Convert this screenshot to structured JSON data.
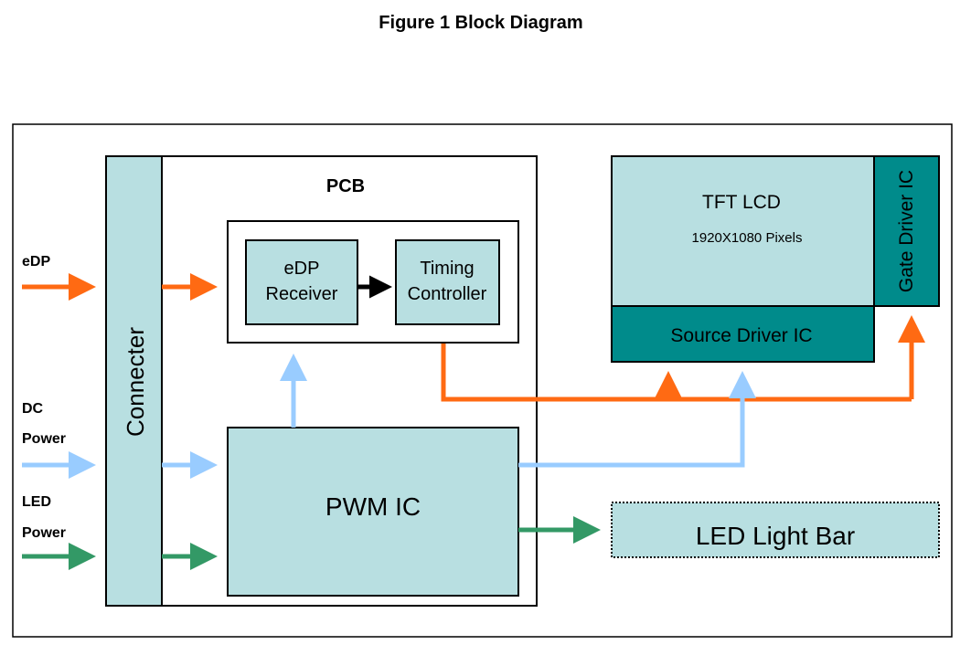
{
  "title": "Figure 1 Block Diagram",
  "labels": {
    "edp_in": "eDP",
    "dc": "DC",
    "dc_power": "Power",
    "led": "LED",
    "led_power": "Power",
    "connecter": "Connecter",
    "pcb": "PCB",
    "edp_receiver_line1": "eDP",
    "edp_receiver_line2": "Receiver",
    "timing_line1": "Timing",
    "timing_line2": "Controller",
    "pwm_ic": "PWM IC",
    "tft_lcd": "TFT LCD",
    "pixels": "1920X1080  Pixels",
    "source_driver": "Source Driver IC",
    "gate_driver": "Gate Driver IC",
    "led_light_bar": "LED Light Bar"
  },
  "colors": {
    "edp_signal": "#ff6a13",
    "dc_power": "#99ccff",
    "led_power": "#339966",
    "block_fill": "#b8dfe1",
    "driver_fill": "#008b8b",
    "internal_arrow": "#000000"
  }
}
